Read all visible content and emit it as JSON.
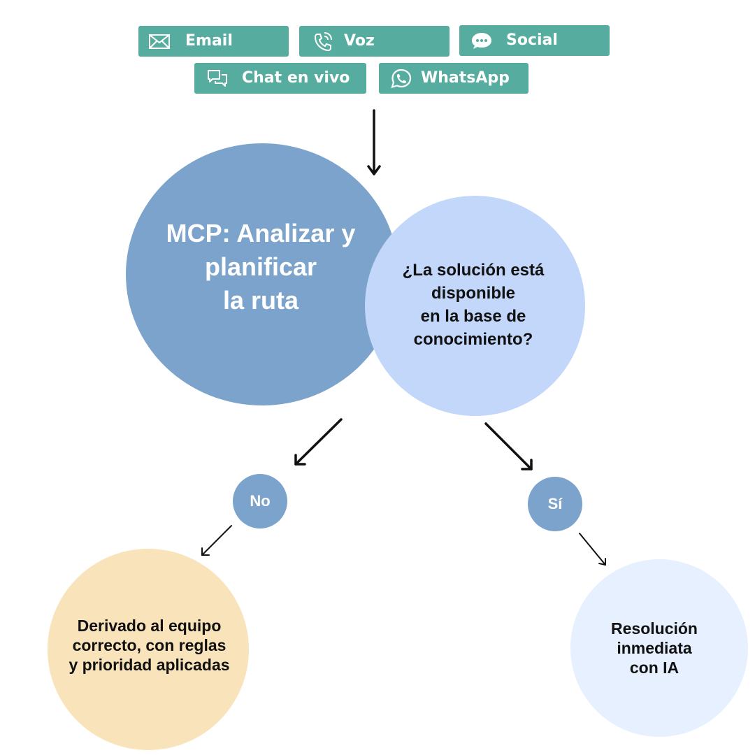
{
  "channels": [
    {
      "label": "Email",
      "icon": "envelope-icon"
    },
    {
      "label": "Voz",
      "icon": "phone-icon"
    },
    {
      "label": "Social",
      "icon": "speech-bubble-icon"
    },
    {
      "label": "Chat en vivo",
      "icon": "chat-bubbles-icon"
    },
    {
      "label": "WhatsApp",
      "icon": "whatsapp-icon"
    }
  ],
  "nodes": {
    "mcp": "MCP: Analizar y\nplanificar\nla ruta",
    "question": "¿La solución está\ndisponible\nen la base de\nconocimiento?",
    "no": "No",
    "si": "Sí",
    "derivado": "Derivado al equipo\ncorrecto, con reglas\ny prioridad aplicadas",
    "resolucion": "Resolución\ninmediata\ncon IA"
  },
  "colors": {
    "channel": "#56ad9f",
    "mcp": "#7ba3cb",
    "question": "#c2d7fa",
    "decision": "#7ba3cb",
    "derivado": "#f8e3bb",
    "resolucion": "#e6f0fe"
  }
}
